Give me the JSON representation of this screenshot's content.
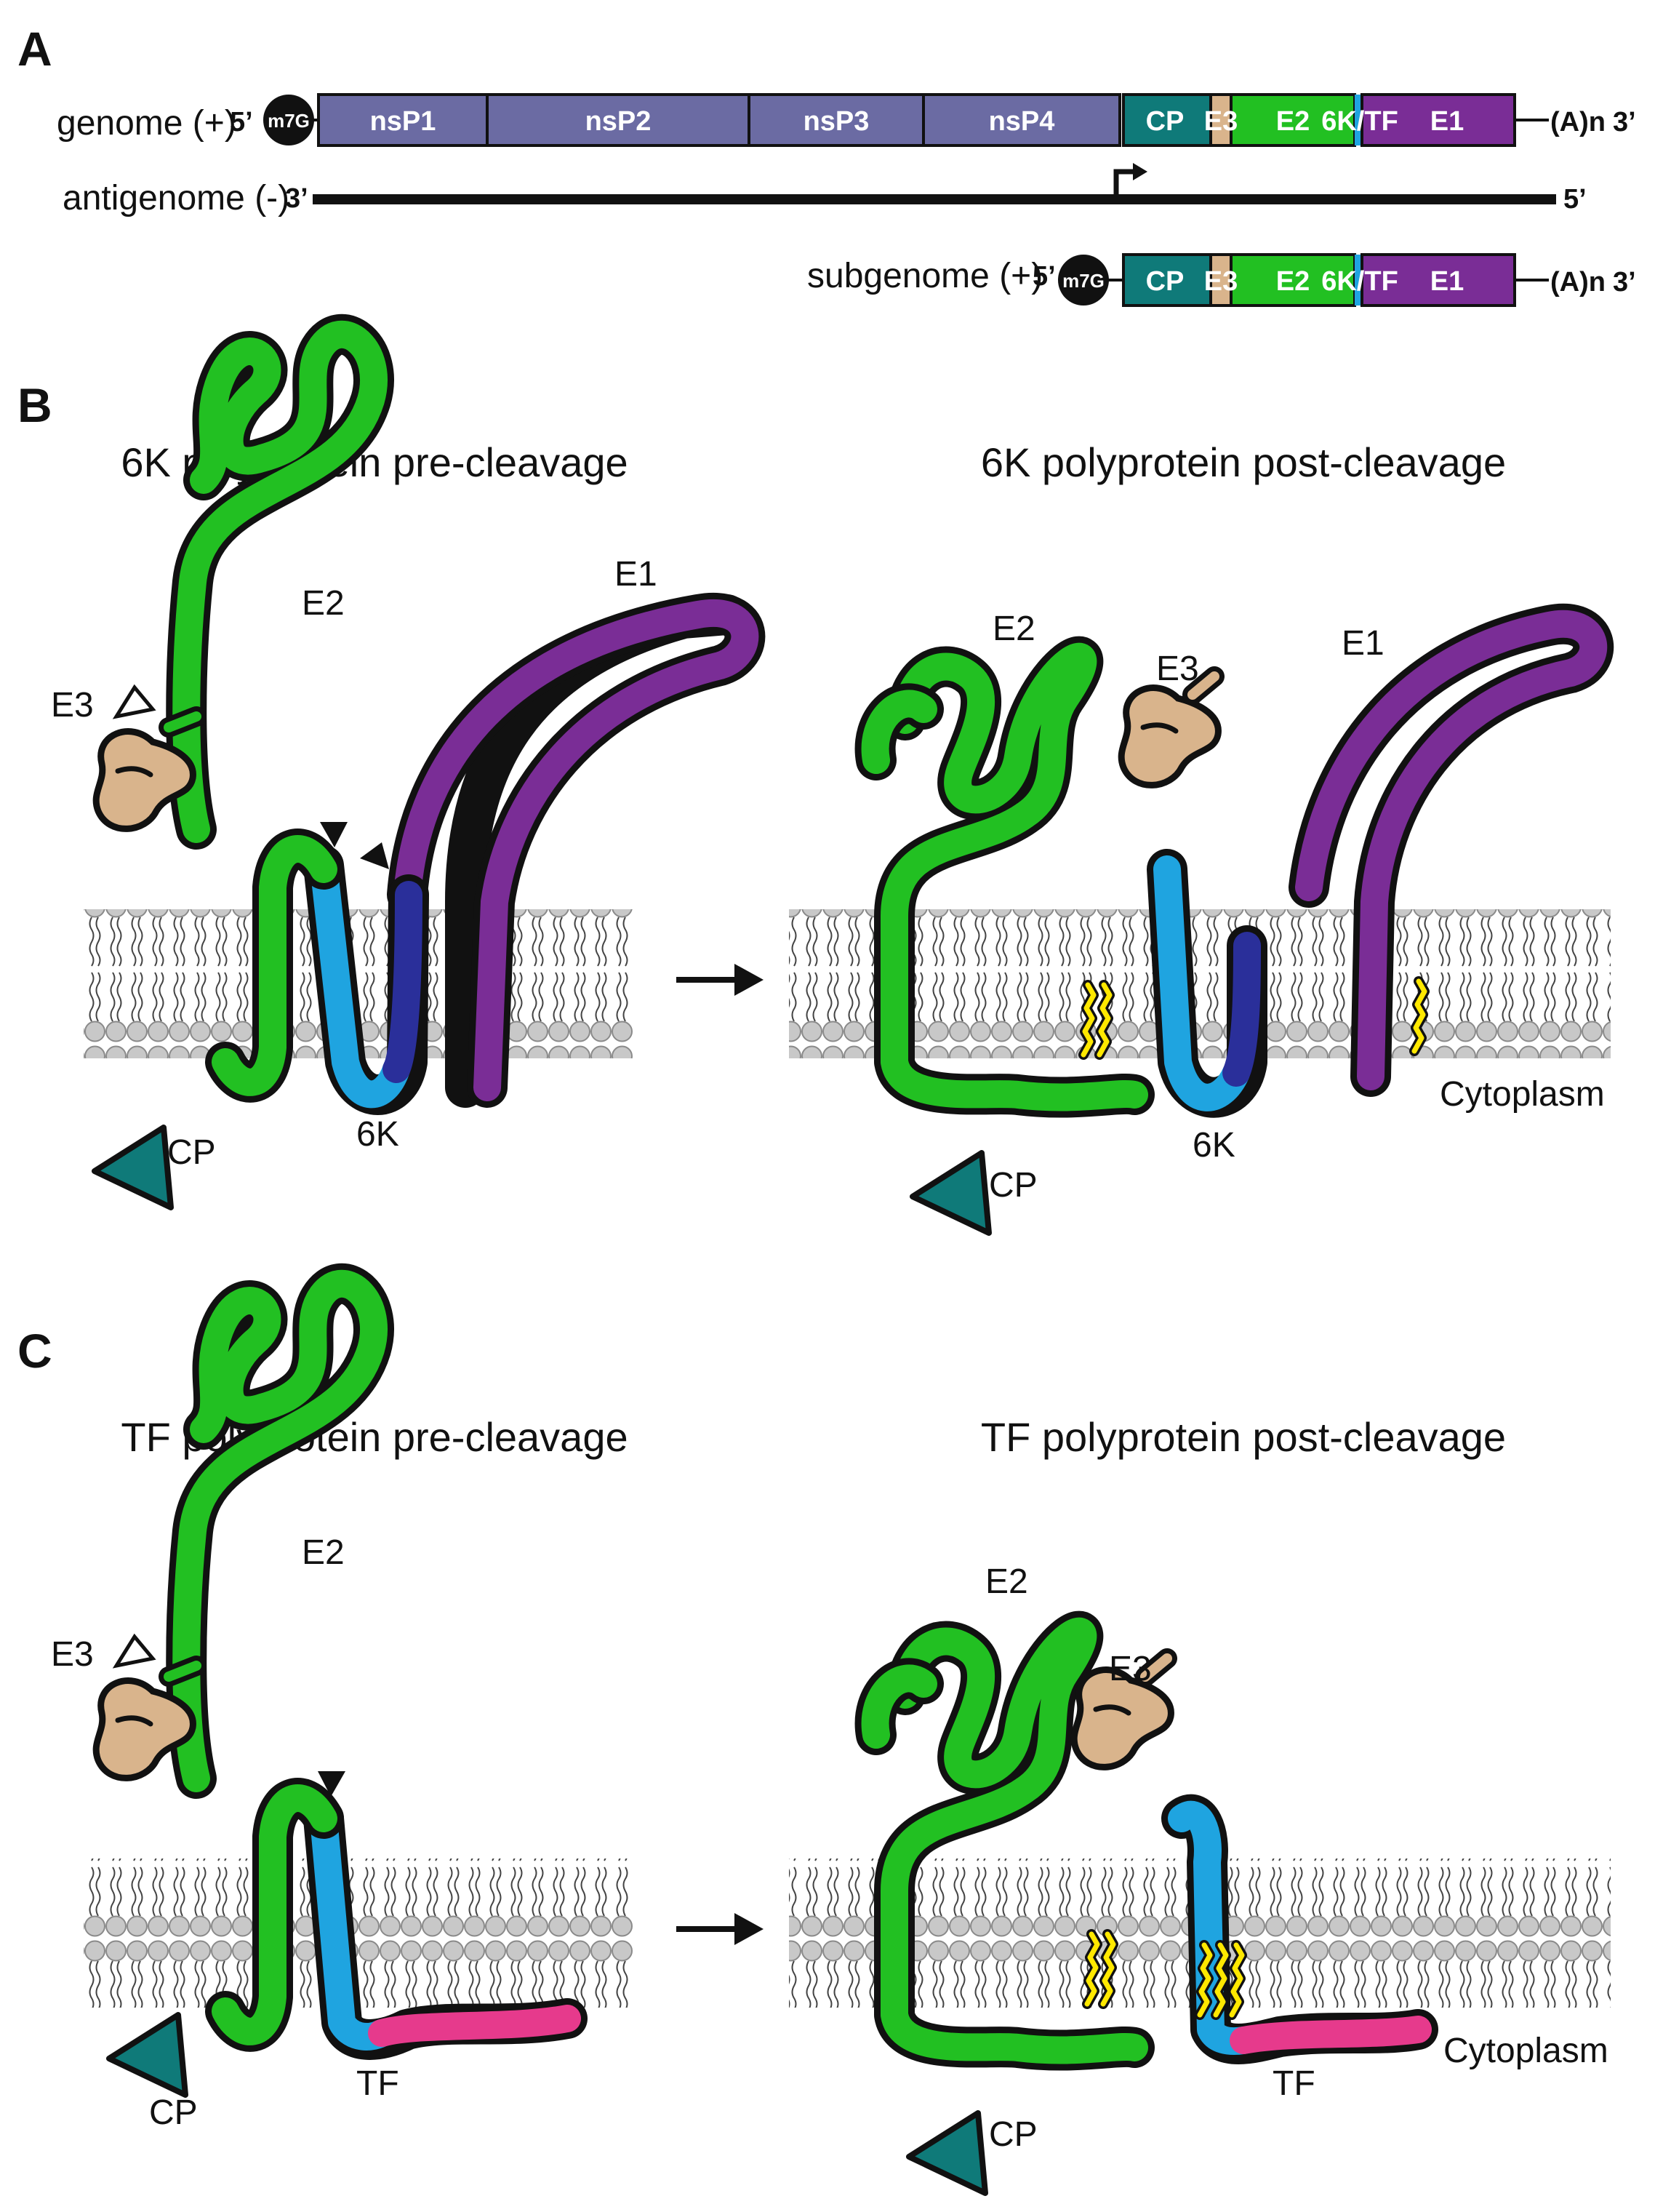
{
  "panels": {
    "a": "A",
    "b": "B",
    "c": "C"
  },
  "genome": {
    "genome_label": "genome (+)",
    "antigenome_label": "antigenome (-)",
    "subgenome_label": "subgenome (+)",
    "five_prime": "5’",
    "three_prime": "3’",
    "cap": "m7G",
    "polyA": "(A)n",
    "segments": {
      "nsp1": "nsP1",
      "nsp2": "nsP2",
      "nsp3": "nsP3",
      "nsp4": "nsP4",
      "cp": "CP",
      "e3": "E3",
      "e2": "E2",
      "sixk_tf": "6K/TF",
      "e1": "E1"
    }
  },
  "panel_b": {
    "title_pre": "6K polyprotein pre-cleavage",
    "title_post": "6K polyprotein post-cleavage",
    "e1": "E1",
    "e2": "E2",
    "e3": "E3",
    "sixk": "6K",
    "cp": "CP",
    "cytoplasm": "Cytoplasm"
  },
  "panel_c": {
    "title_pre": "TF polyprotein pre-cleavage",
    "title_post": "TF polyprotein post-cleavage",
    "e2": "E2",
    "e3": "E3",
    "tf": "TF",
    "cp": "CP",
    "cytoplasm": "Cytoplasm"
  },
  "colors": {
    "nsp": "#6b6ba3",
    "cp": "#0f7a79",
    "e3": "#d9b48c",
    "e2": "#22c022",
    "sixk": "#1fa4e0",
    "sixk_dark": "#2a2f9a",
    "e1": "#7a2d96",
    "tf_tail": "#e63a8c",
    "palmitoyl": "#ffe800",
    "lipid": "#c8c8c8"
  },
  "icons": [
    "m7g-cap-icon",
    "promoter-arrow-icon",
    "cleavage-arrowhead-icon",
    "reaction-arrow-icon",
    "lipid-bilayer-icon"
  ]
}
